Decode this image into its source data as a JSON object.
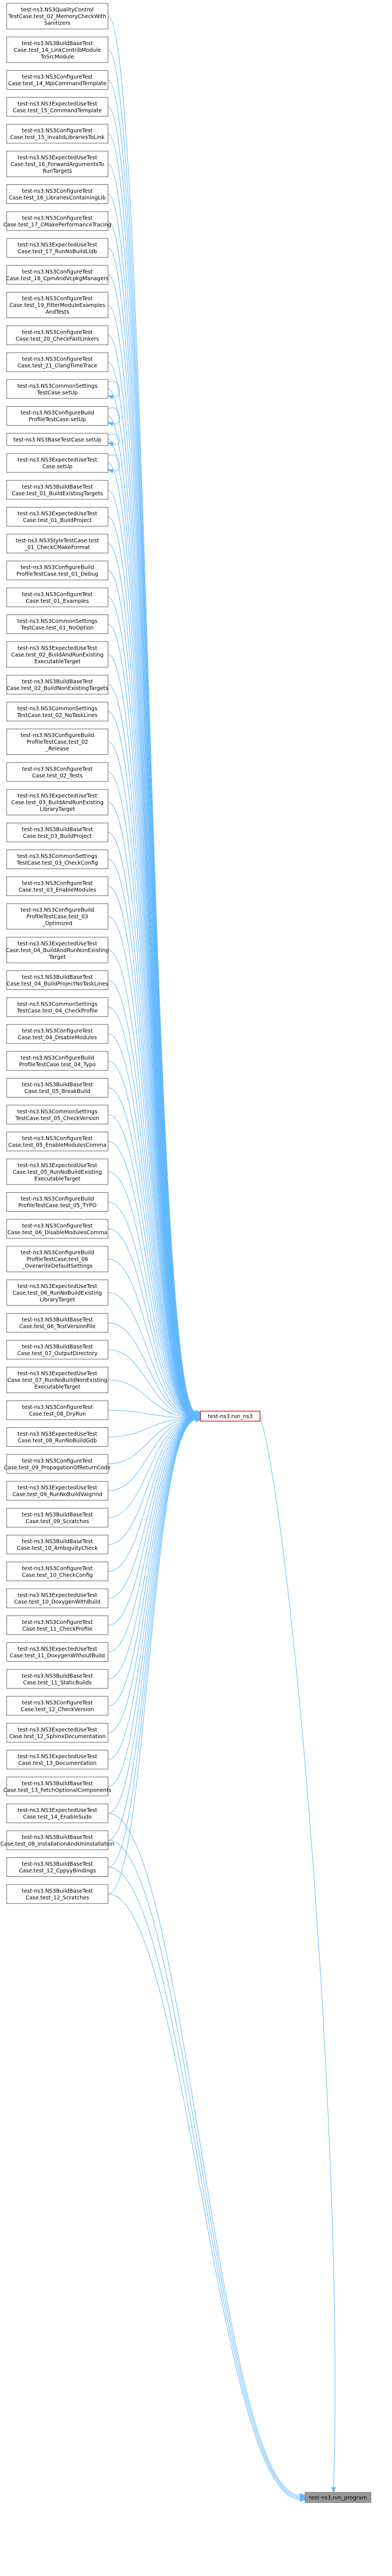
{
  "graph": {
    "colors": {
      "edge": "#63b8ff",
      "node_border": "#666666",
      "target_border": "#d00000",
      "root_fill": "#999999",
      "background": "#ffffff"
    },
    "root": {
      "id": "run_program",
      "label": "test-ns3.run_program"
    },
    "target": {
      "id": "run_ns3",
      "label": "test-ns3.run_ns3"
    },
    "nodes": [
      {
        "id": "n0",
        "lines": [
          "test-ns3.NS3QualityControl",
          "TestCase.test_02_MemoryCheckWith",
          "Sanitizers"
        ],
        "calls": [
          "run_ns3"
        ]
      },
      {
        "id": "n1",
        "lines": [
          "test-ns3.NS3BuildBaseTest",
          "Case.test_14_LinkContribModule",
          "ToSrcModule"
        ],
        "calls": [
          "run_ns3"
        ]
      },
      {
        "id": "n2",
        "lines": [
          "test-ns3.NS3ConfigureTest",
          "Case.test_14_MpiCommandTemplate"
        ],
        "calls": [
          "run_ns3"
        ]
      },
      {
        "id": "n3",
        "lines": [
          "test-ns3.NS3ExpectedUseTest",
          "Case.test_15_CommandTemplate"
        ],
        "calls": [
          "run_ns3"
        ]
      },
      {
        "id": "n4",
        "lines": [
          "test-ns3.NS3ConfigureTest",
          "Case.test_15_InvalidLibrariesToLink"
        ],
        "calls": [
          "run_ns3"
        ]
      },
      {
        "id": "n5",
        "lines": [
          "test-ns3.NS3ExpectedUseTest",
          "Case.test_16_ForwardArgumentsTo",
          "RunTargets"
        ],
        "calls": [
          "run_ns3"
        ]
      },
      {
        "id": "n6",
        "lines": [
          "test-ns3.NS3ConfigureTest",
          "Case.test_16_LibrariesContainingLib"
        ],
        "calls": [
          "run_ns3"
        ]
      },
      {
        "id": "n7",
        "lines": [
          "test-ns3.NS3ConfigureTest",
          "Case.test_17_CMakePerformanceTracing"
        ],
        "calls": [
          "run_ns3"
        ]
      },
      {
        "id": "n8",
        "lines": [
          "test-ns3.NS3ExpectedUseTest",
          "Case.test_17_RunNoBuildLldb"
        ],
        "calls": [
          "run_ns3"
        ]
      },
      {
        "id": "n9",
        "lines": [
          "test-ns3.NS3ConfigureTest",
          "Case.test_18_CpmAndVcpkgManagers"
        ],
        "calls": [
          "run_ns3"
        ]
      },
      {
        "id": "n10",
        "lines": [
          "test-ns3.NS3ConfigureTest",
          "Case.test_19_FilterModuleExamples",
          "AndTests"
        ],
        "calls": [
          "run_ns3"
        ]
      },
      {
        "id": "n11",
        "lines": [
          "test-ns3.NS3ConfigureTest",
          "Case.test_20_CheckFastLinkers"
        ],
        "calls": [
          "run_ns3"
        ]
      },
      {
        "id": "n12",
        "lines": [
          "test-ns3.NS3ConfigureTest",
          "Case.test_21_ClangTimeTrace"
        ],
        "calls": [
          "run_ns3"
        ]
      },
      {
        "id": "n13",
        "lines": [
          "test-ns3.NS3CommonSettings",
          "TestCase.setUp"
        ],
        "calls": [
          "run_ns3"
        ],
        "self_loop": true
      },
      {
        "id": "n14",
        "lines": [
          "test-ns3.NS3ConfigureBuild",
          "ProfileTestCase.setUp"
        ],
        "calls": [
          "run_ns3"
        ],
        "self_loop": true
      },
      {
        "id": "n15",
        "lines": [
          "test-ns3.NS3BaseTestCase.setUp"
        ],
        "calls": [
          "run_ns3"
        ],
        "self_loop": true
      },
      {
        "id": "n16",
        "lines": [
          "test-ns3.NS3ExpectedUseTest",
          "Case.setUp"
        ],
        "calls": [
          "run_ns3"
        ],
        "self_loop": true
      },
      {
        "id": "n17",
        "lines": [
          "test-ns3.NS3BuildBaseTest",
          "Case.test_01_BuildExistingTargets"
        ],
        "calls": [
          "run_ns3"
        ]
      },
      {
        "id": "n18",
        "lines": [
          "test-ns3.NS3ExpectedUseTest",
          "Case.test_01_BuildProject"
        ],
        "calls": [
          "run_ns3"
        ]
      },
      {
        "id": "n19",
        "lines": [
          "test-ns3.NS3StyleTestCase.test",
          "_01_CheckCMakeFormat"
        ],
        "calls": [
          "run_ns3"
        ]
      },
      {
        "id": "n20",
        "lines": [
          "test-ns3.NS3ConfigureBuild",
          "ProfileTestCase.test_01_Debug"
        ],
        "calls": [
          "run_ns3"
        ]
      },
      {
        "id": "n21",
        "lines": [
          "test-ns3.NS3ConfigureTest",
          "Case.test_01_Examples"
        ],
        "calls": [
          "run_ns3"
        ]
      },
      {
        "id": "n22",
        "lines": [
          "test-ns3.NS3CommonSettings",
          "TestCase.test_01_NoOption"
        ],
        "calls": [
          "run_ns3"
        ]
      },
      {
        "id": "n23",
        "lines": [
          "test-ns3.NS3ExpectedUseTest",
          "Case.test_02_BuildAndRunExisting",
          "ExecutableTarget"
        ],
        "calls": [
          "run_ns3"
        ]
      },
      {
        "id": "n24",
        "lines": [
          "test-ns3.NS3BuildBaseTest",
          "Case.test_02_BuildNonExistingTargets"
        ],
        "calls": [
          "run_ns3"
        ]
      },
      {
        "id": "n25",
        "lines": [
          "test-ns3.NS3CommonSettings",
          "TestCase.test_02_NoTaskLines"
        ],
        "calls": [
          "run_ns3"
        ]
      },
      {
        "id": "n26",
        "lines": [
          "test-ns3.NS3ConfigureBuild",
          "ProfileTestCase.test_02",
          "_Release"
        ],
        "calls": [
          "run_ns3"
        ]
      },
      {
        "id": "n27",
        "lines": [
          "test-ns3.NS3ConfigureTest",
          "Case.test_02_Tests"
        ],
        "calls": [
          "run_ns3"
        ]
      },
      {
        "id": "n28",
        "lines": [
          "test-ns3.NS3ExpectedUseTest",
          "Case.test_03_BuildAndRunExisting",
          "LibraryTarget"
        ],
        "calls": [
          "run_ns3"
        ]
      },
      {
        "id": "n29",
        "lines": [
          "test-ns3.NS3BuildBaseTest",
          "Case.test_03_BuildProject"
        ],
        "calls": [
          "run_ns3"
        ]
      },
      {
        "id": "n30",
        "lines": [
          "test-ns3.NS3CommonSettings",
          "TestCase.test_03_CheckConfig"
        ],
        "calls": [
          "run_ns3"
        ]
      },
      {
        "id": "n31",
        "lines": [
          "test-ns3.NS3ConfigureTest",
          "Case.test_03_EnableModules"
        ],
        "calls": [
          "run_ns3"
        ]
      },
      {
        "id": "n32",
        "lines": [
          "test-ns3.NS3ConfigureBuild",
          "ProfileTestCase.test_03",
          "_Optimized"
        ],
        "calls": [
          "run_ns3"
        ]
      },
      {
        "id": "n33",
        "lines": [
          "test-ns3.NS3ExpectedUseTest",
          "Case.test_04_BuildAndRunNonExisting",
          "Target"
        ],
        "calls": [
          "run_ns3"
        ]
      },
      {
        "id": "n34",
        "lines": [
          "test-ns3.NS3BuildBaseTest",
          "Case.test_04_BuildProjectNoTaskLines"
        ],
        "calls": [
          "run_ns3"
        ]
      },
      {
        "id": "n35",
        "lines": [
          "test-ns3.NS3CommonSettings",
          "TestCase.test_04_CheckProfile"
        ],
        "calls": [
          "run_ns3"
        ]
      },
      {
        "id": "n36",
        "lines": [
          "test-ns3.NS3ConfigureTest",
          "Case.test_04_DisableModules"
        ],
        "calls": [
          "run_ns3"
        ]
      },
      {
        "id": "n37",
        "lines": [
          "test-ns3.NS3ConfigureBuild",
          "ProfileTestCase.test_04_Typo"
        ],
        "calls": [
          "run_ns3"
        ]
      },
      {
        "id": "n38",
        "lines": [
          "test-ns3.NS3BuildBaseTest",
          "Case.test_05_BreakBuild"
        ],
        "calls": [
          "run_ns3"
        ]
      },
      {
        "id": "n39",
        "lines": [
          "test-ns3.NS3CommonSettings",
          "TestCase.test_05_CheckVersion"
        ],
        "calls": [
          "run_ns3"
        ]
      },
      {
        "id": "n40",
        "lines": [
          "test-ns3.NS3ConfigureTest",
          "Case.test_05_EnableModulesComma"
        ],
        "calls": [
          "run_ns3"
        ]
      },
      {
        "id": "n41",
        "lines": [
          "test-ns3.NS3ExpectedUseTest",
          "Case.test_05_RunNoBuildExisting",
          "ExecutableTarget"
        ],
        "calls": [
          "run_ns3"
        ]
      },
      {
        "id": "n42",
        "lines": [
          "test-ns3.NS3ConfigureBuild",
          "ProfileTestCase.test_05_TYPO"
        ],
        "calls": [
          "run_ns3"
        ]
      },
      {
        "id": "n43",
        "lines": [
          "test-ns3.NS3ConfigureTest",
          "Case.test_06_DisableModulesComma"
        ],
        "calls": [
          "run_ns3"
        ]
      },
      {
        "id": "n44",
        "lines": [
          "test-ns3.NS3ConfigureBuild",
          "ProfileTestCase.test_06",
          "_OverwriteDefaultSettings"
        ],
        "calls": [
          "run_ns3"
        ]
      },
      {
        "id": "n45",
        "lines": [
          "test-ns3.NS3ExpectedUseTest",
          "Case.test_06_RunNoBuildExisting",
          "LibraryTarget"
        ],
        "calls": [
          "run_ns3"
        ]
      },
      {
        "id": "n46",
        "lines": [
          "test-ns3.NS3BuildBaseTest",
          "Case.test_06_TestVersionFile"
        ],
        "calls": [
          "run_ns3"
        ]
      },
      {
        "id": "n47",
        "lines": [
          "test-ns3.NS3BuildBaseTest",
          "Case.test_07_OutputDirectory"
        ],
        "calls": [
          "run_ns3"
        ]
      },
      {
        "id": "n48",
        "lines": [
          "test-ns3.NS3ExpectedUseTest",
          "Case.test_07_RunNoBuildNonExisting",
          "ExecutableTarget"
        ],
        "calls": [
          "run_ns3"
        ]
      },
      {
        "id": "n49",
        "lines": [
          "test-ns3.NS3ConfigureTest",
          "Case.test_08_DryRun"
        ],
        "calls": [
          "run_ns3"
        ]
      },
      {
        "id": "n50",
        "lines": [
          "test-ns3.NS3ExpectedUseTest",
          "Case.test_08_RunNoBuildGdb"
        ],
        "calls": [
          "run_ns3"
        ]
      },
      {
        "id": "n51",
        "lines": [
          "test-ns3.NS3ConfigureTest",
          "Case.test_09_PropagationOfReturnCode"
        ],
        "calls": [
          "run_ns3"
        ]
      },
      {
        "id": "n52",
        "lines": [
          "test-ns3.NS3ExpectedUseTest",
          "Case.test_09_RunNoBuildValgrind"
        ],
        "calls": [
          "run_ns3"
        ]
      },
      {
        "id": "n53",
        "lines": [
          "test-ns3.NS3BuildBaseTest",
          "Case.test_09_Scratches"
        ],
        "calls": [
          "run_ns3"
        ]
      },
      {
        "id": "n54",
        "lines": [
          "test-ns3.NS3BuildBaseTest",
          "Case.test_10_AmbiguityCheck"
        ],
        "calls": [
          "run_ns3"
        ]
      },
      {
        "id": "n55",
        "lines": [
          "test-ns3.NS3ConfigureTest",
          "Case.test_10_CheckConfig"
        ],
        "calls": [
          "run_ns3"
        ]
      },
      {
        "id": "n56",
        "lines": [
          "test-ns3.NS3ExpectedUseTest",
          "Case.test_10_DoxygenWithBuild"
        ],
        "calls": [
          "run_ns3"
        ]
      },
      {
        "id": "n57",
        "lines": [
          "test-ns3.NS3ConfigureTest",
          "Case.test_11_CheckProfile"
        ],
        "calls": [
          "run_ns3"
        ]
      },
      {
        "id": "n58",
        "lines": [
          "test-ns3.NS3ExpectedUseTest",
          "Case.test_11_DoxygenWithoutBuild"
        ],
        "calls": [
          "run_ns3"
        ]
      },
      {
        "id": "n59",
        "lines": [
          "test-ns3.NS3BuildBaseTest",
          "Case.test_11_StaticBuilds"
        ],
        "calls": [
          "run_ns3"
        ]
      },
      {
        "id": "n60",
        "lines": [
          "test-ns3.NS3ConfigureTest",
          "Case.test_12_CheckVersion"
        ],
        "calls": [
          "run_ns3"
        ]
      },
      {
        "id": "n61",
        "lines": [
          "test-ns3.NS3ExpectedUseTest",
          "Case.test_12_SphinxDocumentation"
        ],
        "calls": [
          "run_ns3"
        ]
      },
      {
        "id": "n62",
        "lines": [
          "test-ns3.NS3ExpectedUseTest",
          "Case.test_13_Documentation"
        ],
        "calls": [
          "run_ns3"
        ]
      },
      {
        "id": "n63",
        "lines": [
          "test-ns3.NS3BuildBaseTest",
          "Case.test_13_FetchOptionalComponents"
        ],
        "calls": [
          "run_ns3"
        ]
      },
      {
        "id": "n64",
        "lines": [
          "test-ns3.NS3ExpectedUseTest",
          "Case.test_14_EnableSudo"
        ],
        "calls": [
          "run_ns3",
          "run_program"
        ]
      },
      {
        "id": "n65",
        "lines": [
          "test-ns3.NS3BuildBaseTest",
          "Case.test_08_InstallationAndUninstallation"
        ],
        "calls": [
          "run_ns3",
          "run_program"
        ]
      },
      {
        "id": "n66",
        "lines": [
          "test-ns3.NS3BuildBaseTest",
          "Case.test_12_CppyyBindings"
        ],
        "calls": [
          "run_ns3",
          "run_program"
        ]
      },
      {
        "id": "n67",
        "lines": [
          "test-ns3.NS3BuildBaseTest",
          "Case.test_12_Scratches"
        ],
        "calls": [
          "run_ns3",
          "run_program"
        ]
      }
    ]
  }
}
